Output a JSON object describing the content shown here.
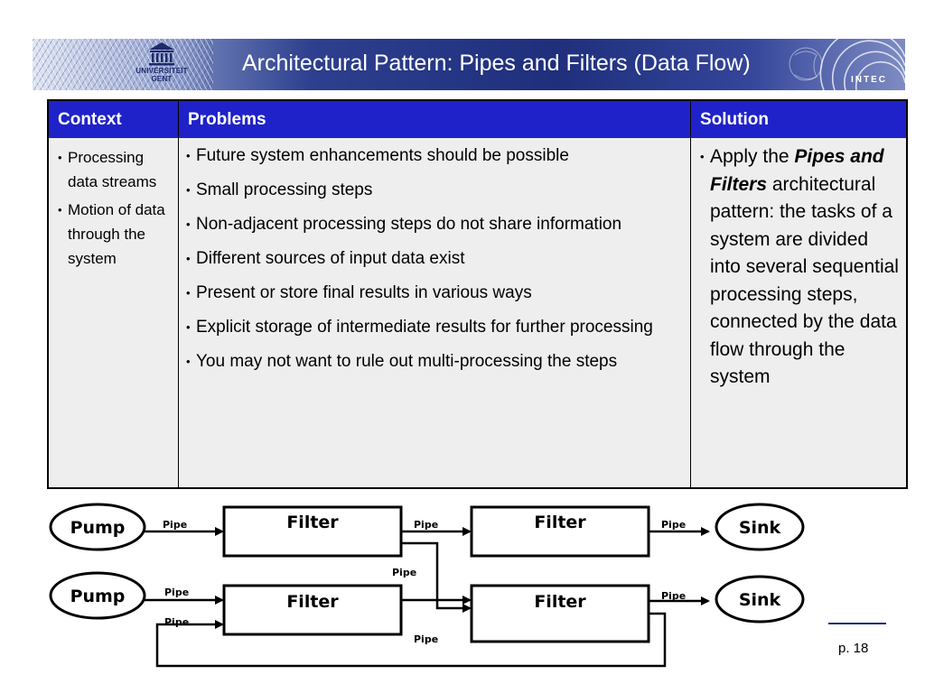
{
  "header": {
    "title": "Architectural Pattern: Pipes and Filters (Data Flow)",
    "logo_text_line1": "UNIVERSITEIT",
    "logo_text_line2": "GENT",
    "right_logo_text": "INTEC",
    "banner_color": "#1f2f7c"
  },
  "table": {
    "header_color": "#1f22c8",
    "columns": [
      "Context",
      "Problems",
      "Solution"
    ],
    "context": [
      "Processing data streams",
      "Motion of data through the system"
    ],
    "problems": [
      "Future system enhancements should be possible",
      "Small processing steps",
      "Non-adjacent processing steps do not share information",
      "Different sources of input data exist",
      "Present or store final results in various ways",
      "Explicit storage of intermediate results for further processing",
      "You may not want to rule out multi-processing the steps"
    ],
    "solution": {
      "before": "Apply the ",
      "emphasis": "Pipes and Filters",
      "after": " architectural pattern: the tasks of a system are divided into several sequential processing steps, connected by the data flow through the system"
    }
  },
  "diagram": {
    "pump_label": "Pump",
    "filter_label": "Filter",
    "sink_label": "Sink",
    "pipe_label": "Pipe"
  },
  "footer": {
    "page": "p. 18"
  }
}
